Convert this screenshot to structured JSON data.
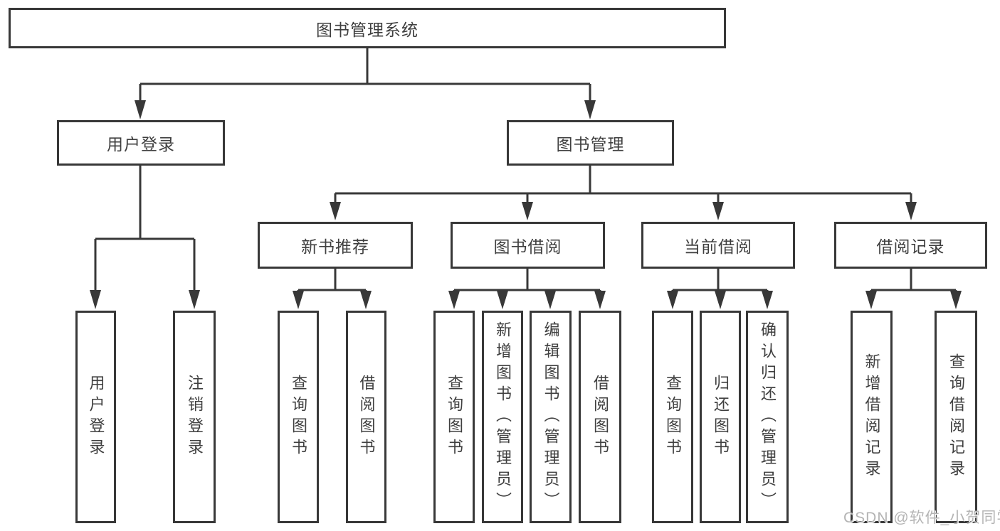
{
  "diagram_title": "图书管理系统",
  "tree": {
    "label": "图书管理系统",
    "children": [
      {
        "label": "用户登录",
        "children": [
          {
            "label": "用户登录"
          },
          {
            "label": "注销登录"
          }
        ]
      },
      {
        "label": "图书管理",
        "children": [
          {
            "label": "新书推荐",
            "children": [
              {
                "label": "查询图书"
              },
              {
                "label": "借阅图书"
              }
            ]
          },
          {
            "label": "图书借阅",
            "children": [
              {
                "label": "查询图书"
              },
              {
                "label": "新增图书（管理员）"
              },
              {
                "label": "编辑图书（管理员）"
              },
              {
                "label": "借阅图书"
              }
            ]
          },
          {
            "label": "当前借阅",
            "children": [
              {
                "label": "查询图书"
              },
              {
                "label": "归还图书"
              },
              {
                "label": "确认归还（管理员）"
              }
            ]
          },
          {
            "label": "借阅记录",
            "children": [
              {
                "label": "新增借阅记录"
              },
              {
                "label": "查询借阅记录"
              }
            ]
          }
        ]
      }
    ]
  },
  "watermark": "CSDN @软件_小贺同学",
  "colors": {
    "line": "#383838",
    "box_border": "#383838",
    "box_fill": "#ffffff",
    "text": "#3f3f3f",
    "watermark": "#b4b4b4",
    "background": "#ffffff"
  }
}
